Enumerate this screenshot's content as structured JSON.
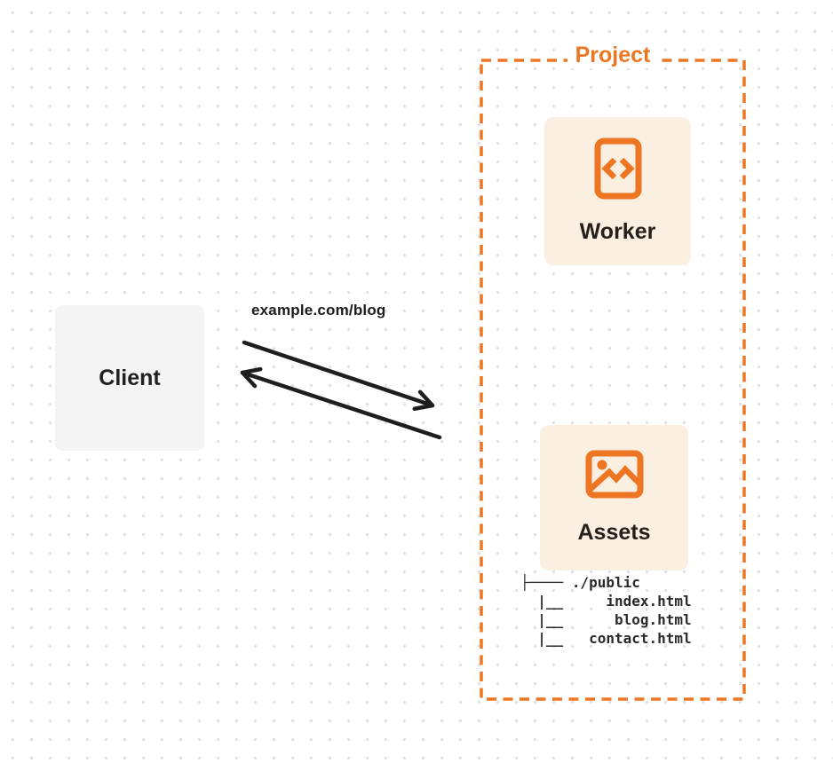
{
  "diagram": {
    "title": "Project",
    "client": {
      "label": "Client"
    },
    "request": {
      "label": "example.com/blog"
    },
    "arrows": {
      "request_arrow": "client-to-project",
      "response_arrow": "project-to-client"
    },
    "project": {
      "label": "Project",
      "worker": {
        "label": "Worker",
        "icon": "code-file-icon"
      },
      "assets": {
        "label": "Assets",
        "icon": "image-icon"
      },
      "file_tree": {
        "lines": [
          "├──── ./public",
          "  |__     index.html",
          "  |__      blog.html",
          "  |__   contact.html"
        ]
      }
    },
    "colors": {
      "accent_orange": "#ee7623",
      "card_cream": "#fbefe1",
      "client_gray": "#f4f4f5",
      "ink": "#1f1f1f",
      "dot_grid": "#e3e3e3"
    }
  }
}
